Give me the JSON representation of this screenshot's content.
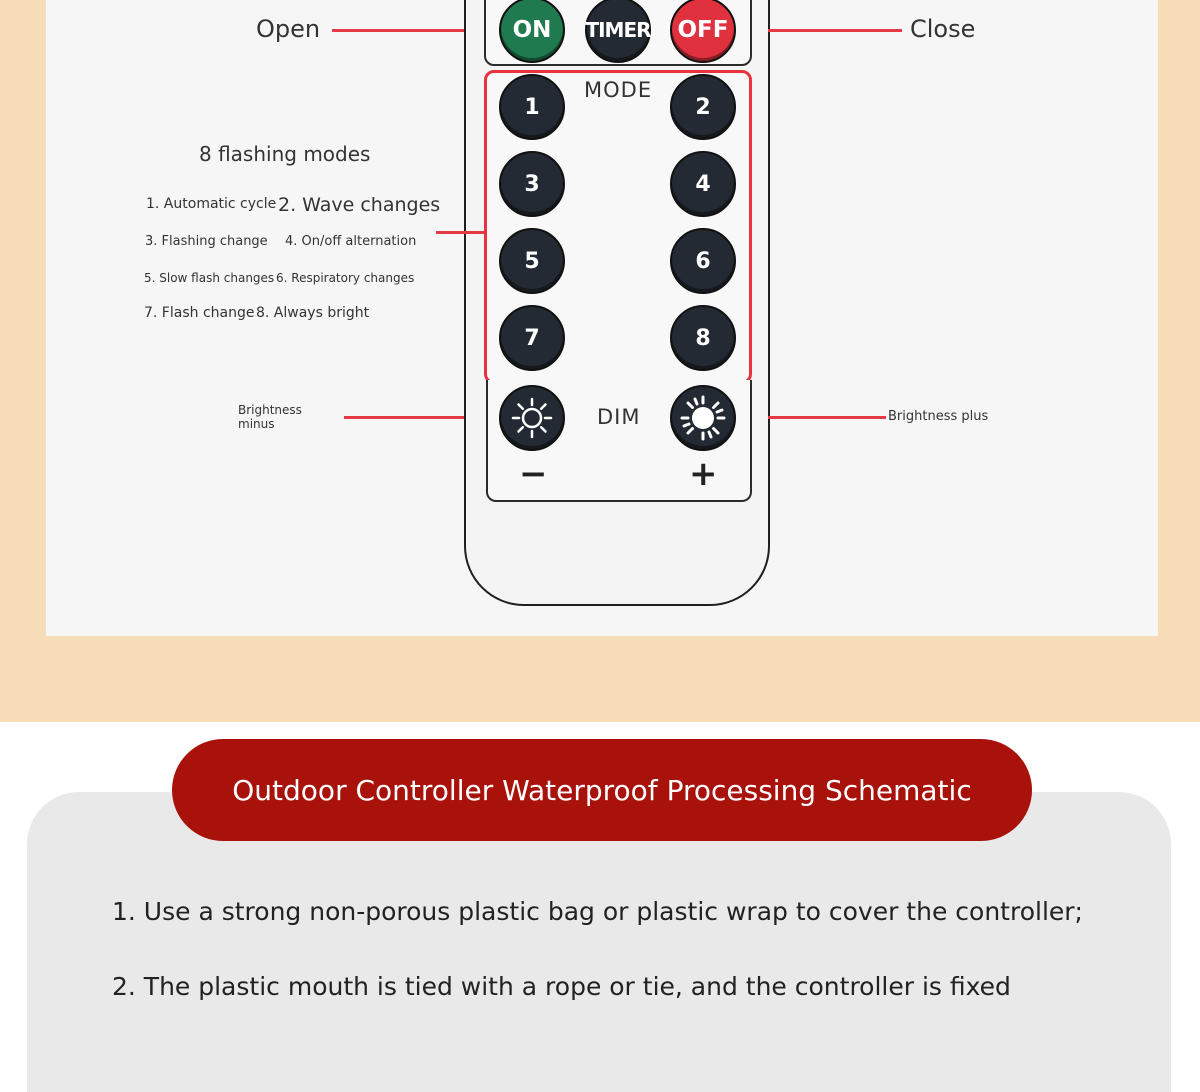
{
  "labels": {
    "open": "Open",
    "close": "Close",
    "modes_heading": "8 flashing modes",
    "modes": [
      {
        "a": "1. Automatic cycle",
        "b": "2. Wave changes"
      },
      {
        "a": "3. Flashing change",
        "b": "4. On/off alternation"
      },
      {
        "a": "5. Slow flash changes",
        "b": "6. Respiratory changes"
      },
      {
        "a": "7. Flash change",
        "b": "8. Always bright"
      }
    ],
    "brightness_minus": "Brightness\nminus",
    "brightness_plus": "Brightness plus"
  },
  "remote": {
    "on": "ON",
    "timer": "TIMER",
    "off": "OFF",
    "mode": "MODE",
    "buttons": [
      "1",
      "2",
      "3",
      "4",
      "5",
      "6",
      "7",
      "8"
    ],
    "dim": "DIM",
    "minus": "−",
    "plus": "+"
  },
  "colors": {
    "accent_red": "#e53945",
    "on_green": "#1f7a4f",
    "off_red": "#e0313f",
    "title_red": "#a8120b",
    "peach_bg": "#f7dcb8"
  },
  "section": {
    "title": "Outdoor Controller Waterproof Processing Schematic",
    "steps": [
      "1. Use a strong non-porous plastic bag or plastic wrap to cover the controller;",
      "2. The plastic mouth is tied with a rope or tie, and the controller is fixed"
    ]
  }
}
